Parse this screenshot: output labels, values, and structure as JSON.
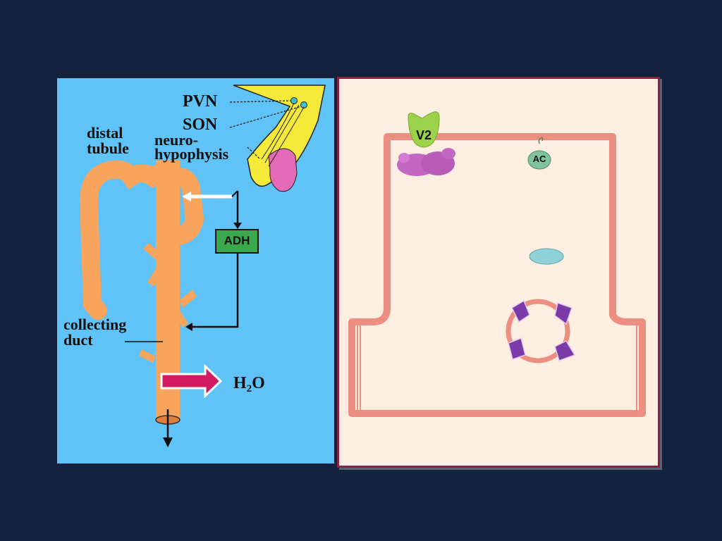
{
  "left_panel": {
    "labels": {
      "pvn": "PVN",
      "son": "SON",
      "distal_tubule_line1": "distal",
      "distal_tubule_line2": "tubule",
      "neurohypophysis_line1": "neuro-",
      "neurohypophysis_line2": "hypophysis",
      "collecting_duct_line1": "collecting",
      "collecting_duct_line2": "duct",
      "adh": "ADH",
      "water_main": "H",
      "water_sub": "2",
      "water_tail": "O"
    }
  },
  "right_panel": {
    "labels": {
      "receptor": "V2",
      "enzyme": "AC"
    }
  },
  "colors": {
    "background": "#13233d",
    "left_panel": "#5fc3f7",
    "right_panel": "#fdeee2",
    "tubule": "#f9a45c",
    "hypophysis_yellow": "#f5ea3a",
    "hypophysis_pink": "#e46ab8",
    "adh_box": "#3aa84c",
    "cell_membrane": "#ec8f80",
    "receptor": "#9bd24a",
    "g_protein": "#c367c2",
    "enzyme": "#7fc49d",
    "vesicle_channel": "#7a3aa8"
  }
}
